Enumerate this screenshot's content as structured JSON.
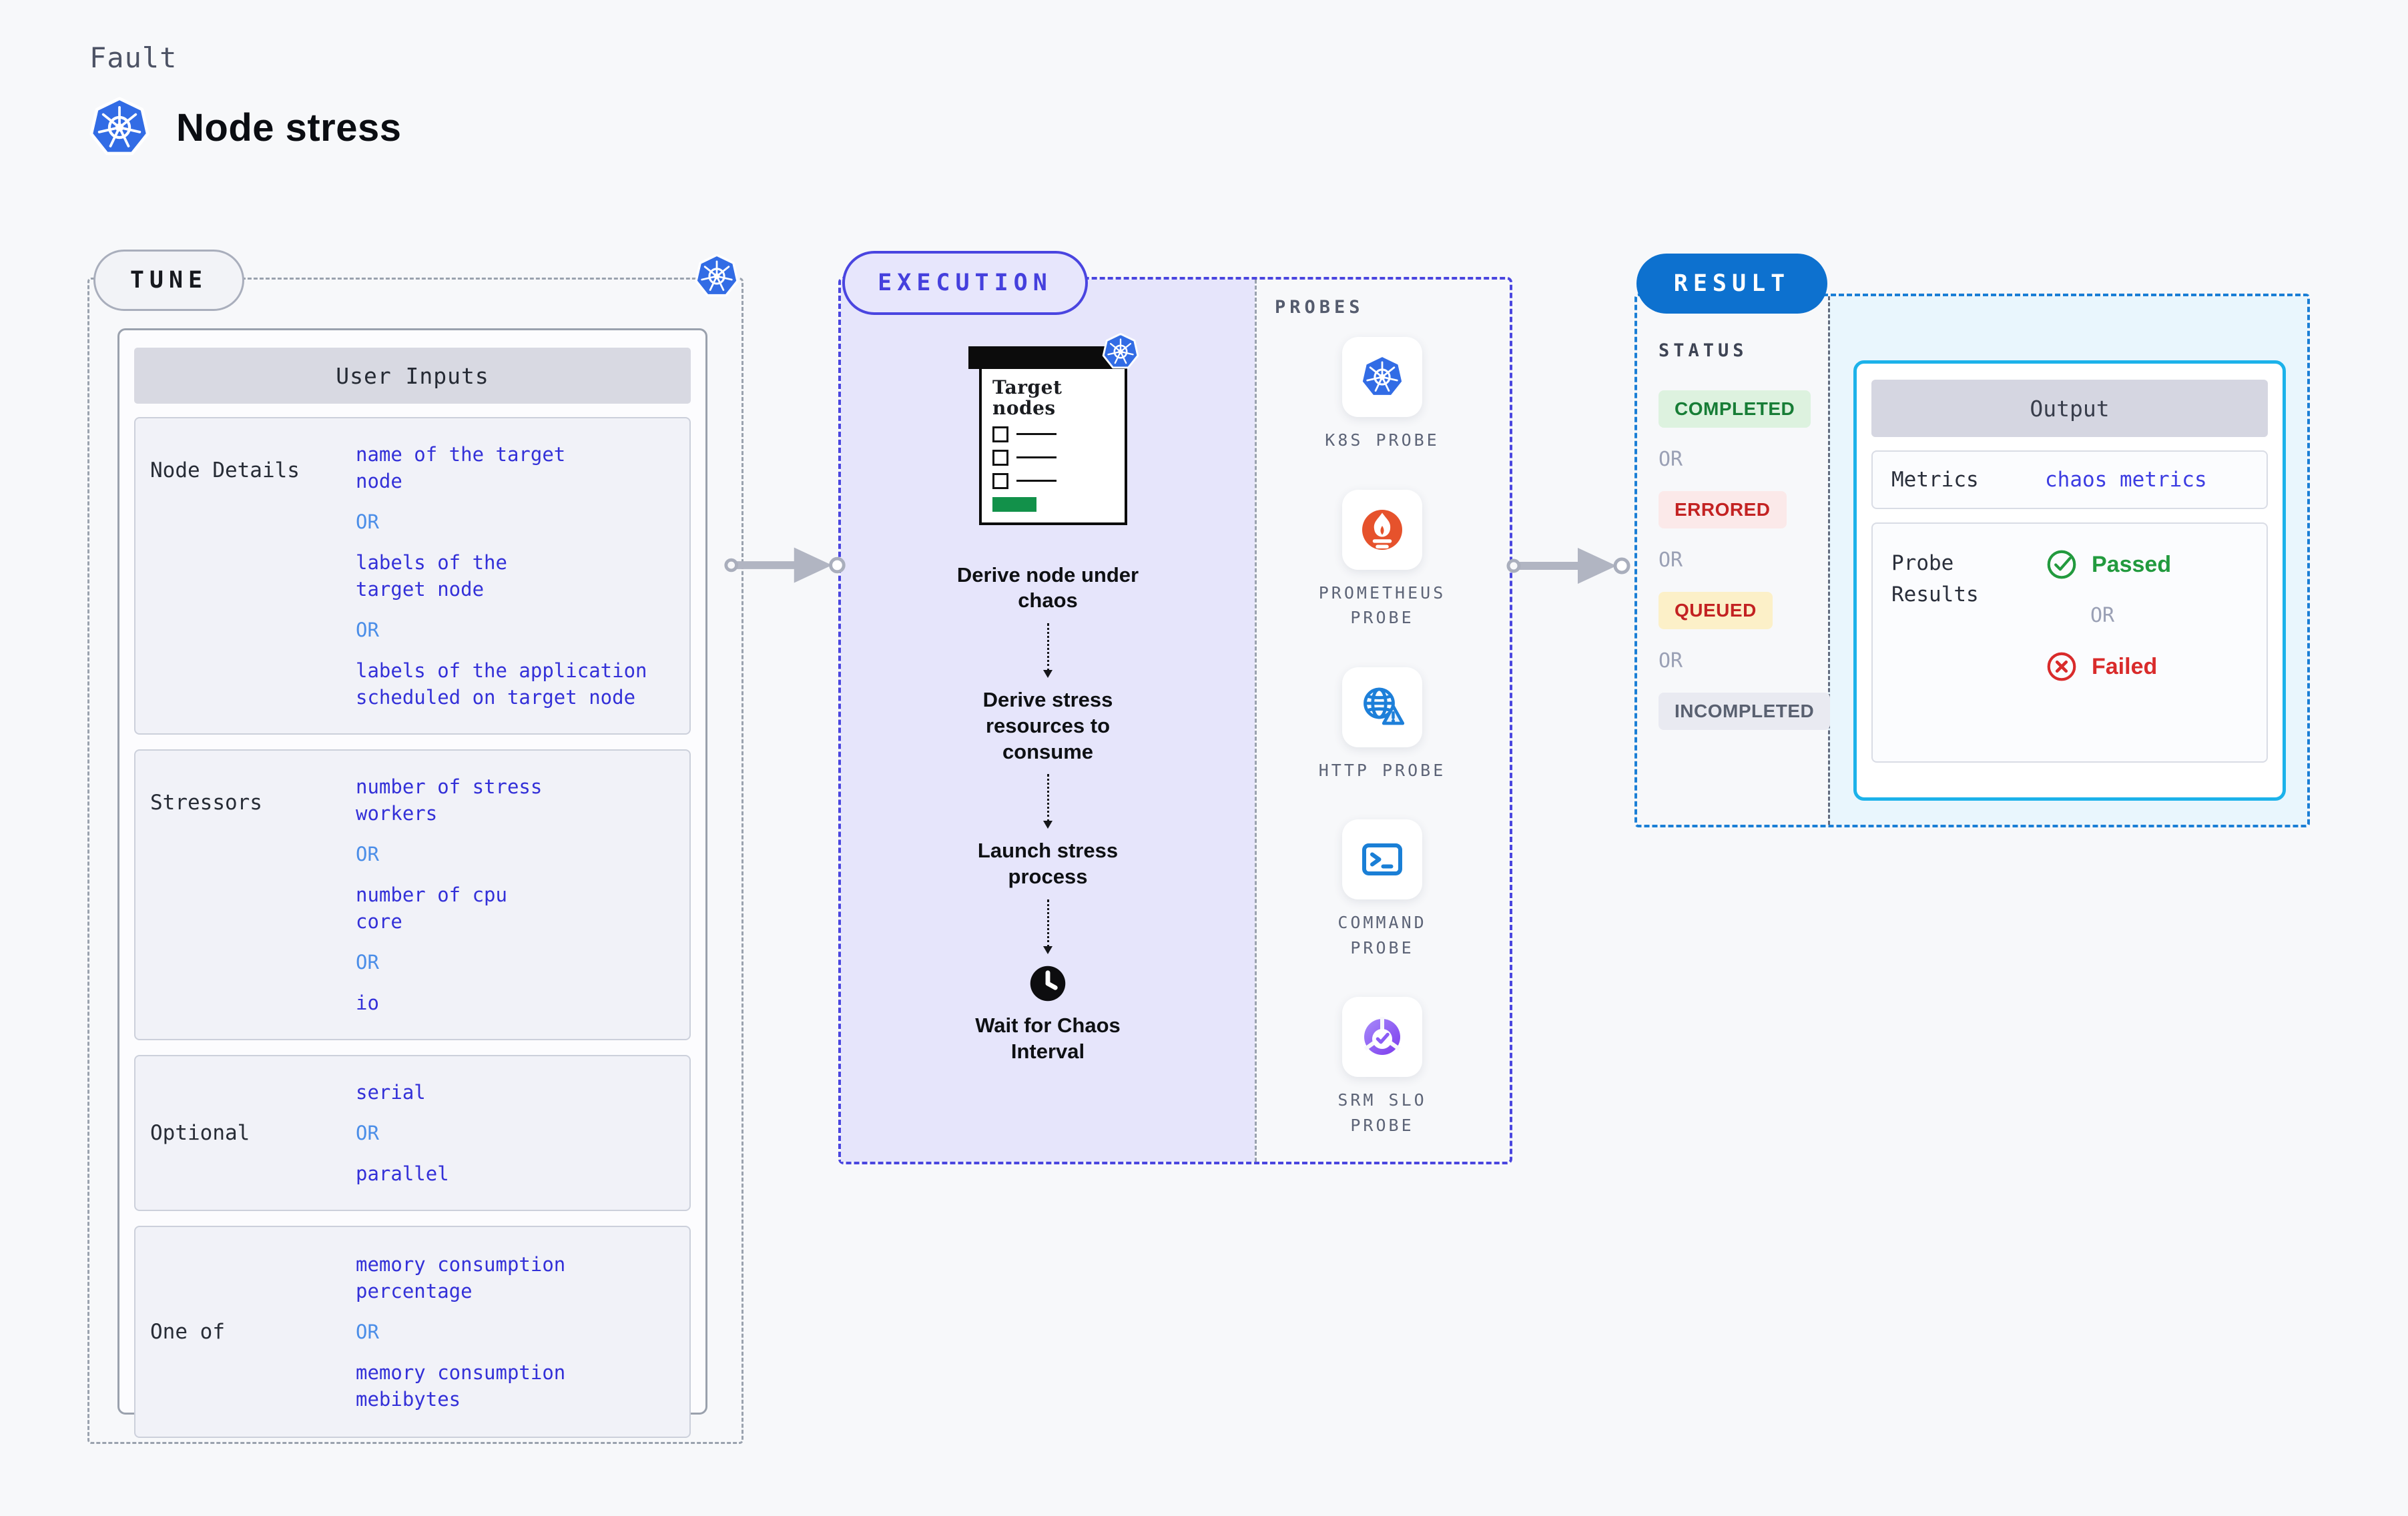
{
  "header": {
    "eyebrow": "Fault",
    "title": "Node stress",
    "icon": "kubernetes-logo"
  },
  "tune": {
    "pill": "TUNE",
    "badge_icon": "kubernetes-logo",
    "panel_title": "User Inputs",
    "or": "OR",
    "rows": [
      {
        "label": "Node Details",
        "values": [
          "name of the target\nnode",
          "labels of the\ntarget node",
          "labels of the application\n scheduled on target node"
        ]
      },
      {
        "label": "Stressors",
        "values": [
          "number of stress\nworkers",
          "number of cpu\ncore",
          "io"
        ]
      },
      {
        "label": "Optional",
        "values": [
          "serial",
          "parallel"
        ]
      },
      {
        "label": "One of",
        "values": [
          "memory consumption\npercentage",
          "memory consumption\nmebibytes"
        ]
      }
    ]
  },
  "execution": {
    "pill": "EXECUTION",
    "target_card": {
      "title": "Target nodes",
      "badge_icon": "kubernetes-logo",
      "checklist_rows": 3
    },
    "steps": [
      "Derive node under chaos",
      "Derive stress resources to consume",
      "Launch stress process",
      "Wait for Chaos Interval"
    ],
    "clock_icon": "clock-icon"
  },
  "probes": {
    "label": "PROBES",
    "items": [
      {
        "label": "K8S PROBE",
        "icon": "kubernetes-icon"
      },
      {
        "label": "PROMETHEUS PROBE",
        "icon": "prometheus-icon"
      },
      {
        "label": "HTTP PROBE",
        "icon": "globe-alert-icon"
      },
      {
        "label": "COMMAND PROBE",
        "icon": "terminal-icon"
      },
      {
        "label": "SRM SLO PROBE",
        "icon": "slo-pie-check-icon"
      }
    ]
  },
  "result": {
    "pill": "RESULT",
    "status_heading": "STATUS",
    "or": "OR",
    "statuses": [
      {
        "label": "COMPLETED",
        "bg": "#ddf2df",
        "color": "#177d36"
      },
      {
        "label": "ERRORED",
        "bg": "#fbe9e9",
        "color": "#c32222"
      },
      {
        "label": "QUEUED",
        "bg": "#fcf0c8",
        "color": "#c32222"
      },
      {
        "label": "INCOMPLETED",
        "bg": "#e9eaf1",
        "color": "#596070"
      }
    ],
    "output": {
      "title": "Output",
      "metrics_label": "Metrics",
      "metrics_value": "chaos metrics",
      "probe_results_label": "Probe Results",
      "passed_label": "Passed",
      "or_label": "OR",
      "failed_label": "Failed"
    }
  },
  "colors": {
    "background": "#f7f8fa",
    "tune_dash": "#9aa2ae",
    "execution_accent": "#4a45e0",
    "execution_fill": "#e6e5fb",
    "result_accent": "#0d71cf",
    "output_border": "#1cb2ea",
    "output_fill": "#e9f6fd",
    "value_blue": "#3330d8",
    "or_blue": "#4b8ee8",
    "passed_green": "#229a3e",
    "failed_red": "#d92b2b",
    "kubernetes_blue": "#326ce5",
    "prometheus_orange": "#e6522c",
    "srm_purple": "#7c3aed",
    "target_green": "#12914a"
  }
}
